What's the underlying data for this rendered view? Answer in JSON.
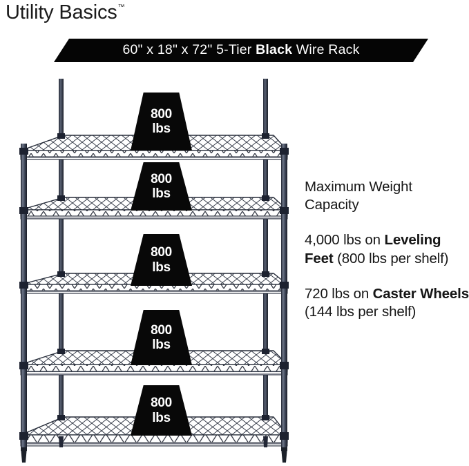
{
  "brand": {
    "name": "Utility Basics",
    "trademark": "™"
  },
  "banner": {
    "dimensions": "60\" x 18\" x 72\"",
    "tiers": "5-Tier",
    "color_word": "Black",
    "product": "Wire Rack",
    "full_text": "60\" x 18\" x 72\" 5-Tier Black Wire Rack",
    "background_color": "#050505",
    "text_color": "#ffffff"
  },
  "product": {
    "type": "5-tier wire shelving rack",
    "finish_color": "#3a4152",
    "shelf_count": 5
  },
  "badges": [
    {
      "number": "800",
      "unit": "lbs"
    },
    {
      "number": "800",
      "unit": "lbs"
    },
    {
      "number": "800",
      "unit": "lbs"
    },
    {
      "number": "800",
      "unit": "lbs"
    },
    {
      "number": "800",
      "unit": "lbs"
    }
  ],
  "capacity": {
    "heading_line1": "Maximum Weight",
    "heading_line2": "Capacity",
    "leveling": {
      "total": "4,000 lbs on ",
      "emphasis": "Leveling Feet",
      "detail": " (800 lbs per shelf)"
    },
    "caster": {
      "total": "720 lbs on ",
      "emphasis": "Caster Wheels",
      "detail": " (144 lbs per shelf)"
    }
  }
}
